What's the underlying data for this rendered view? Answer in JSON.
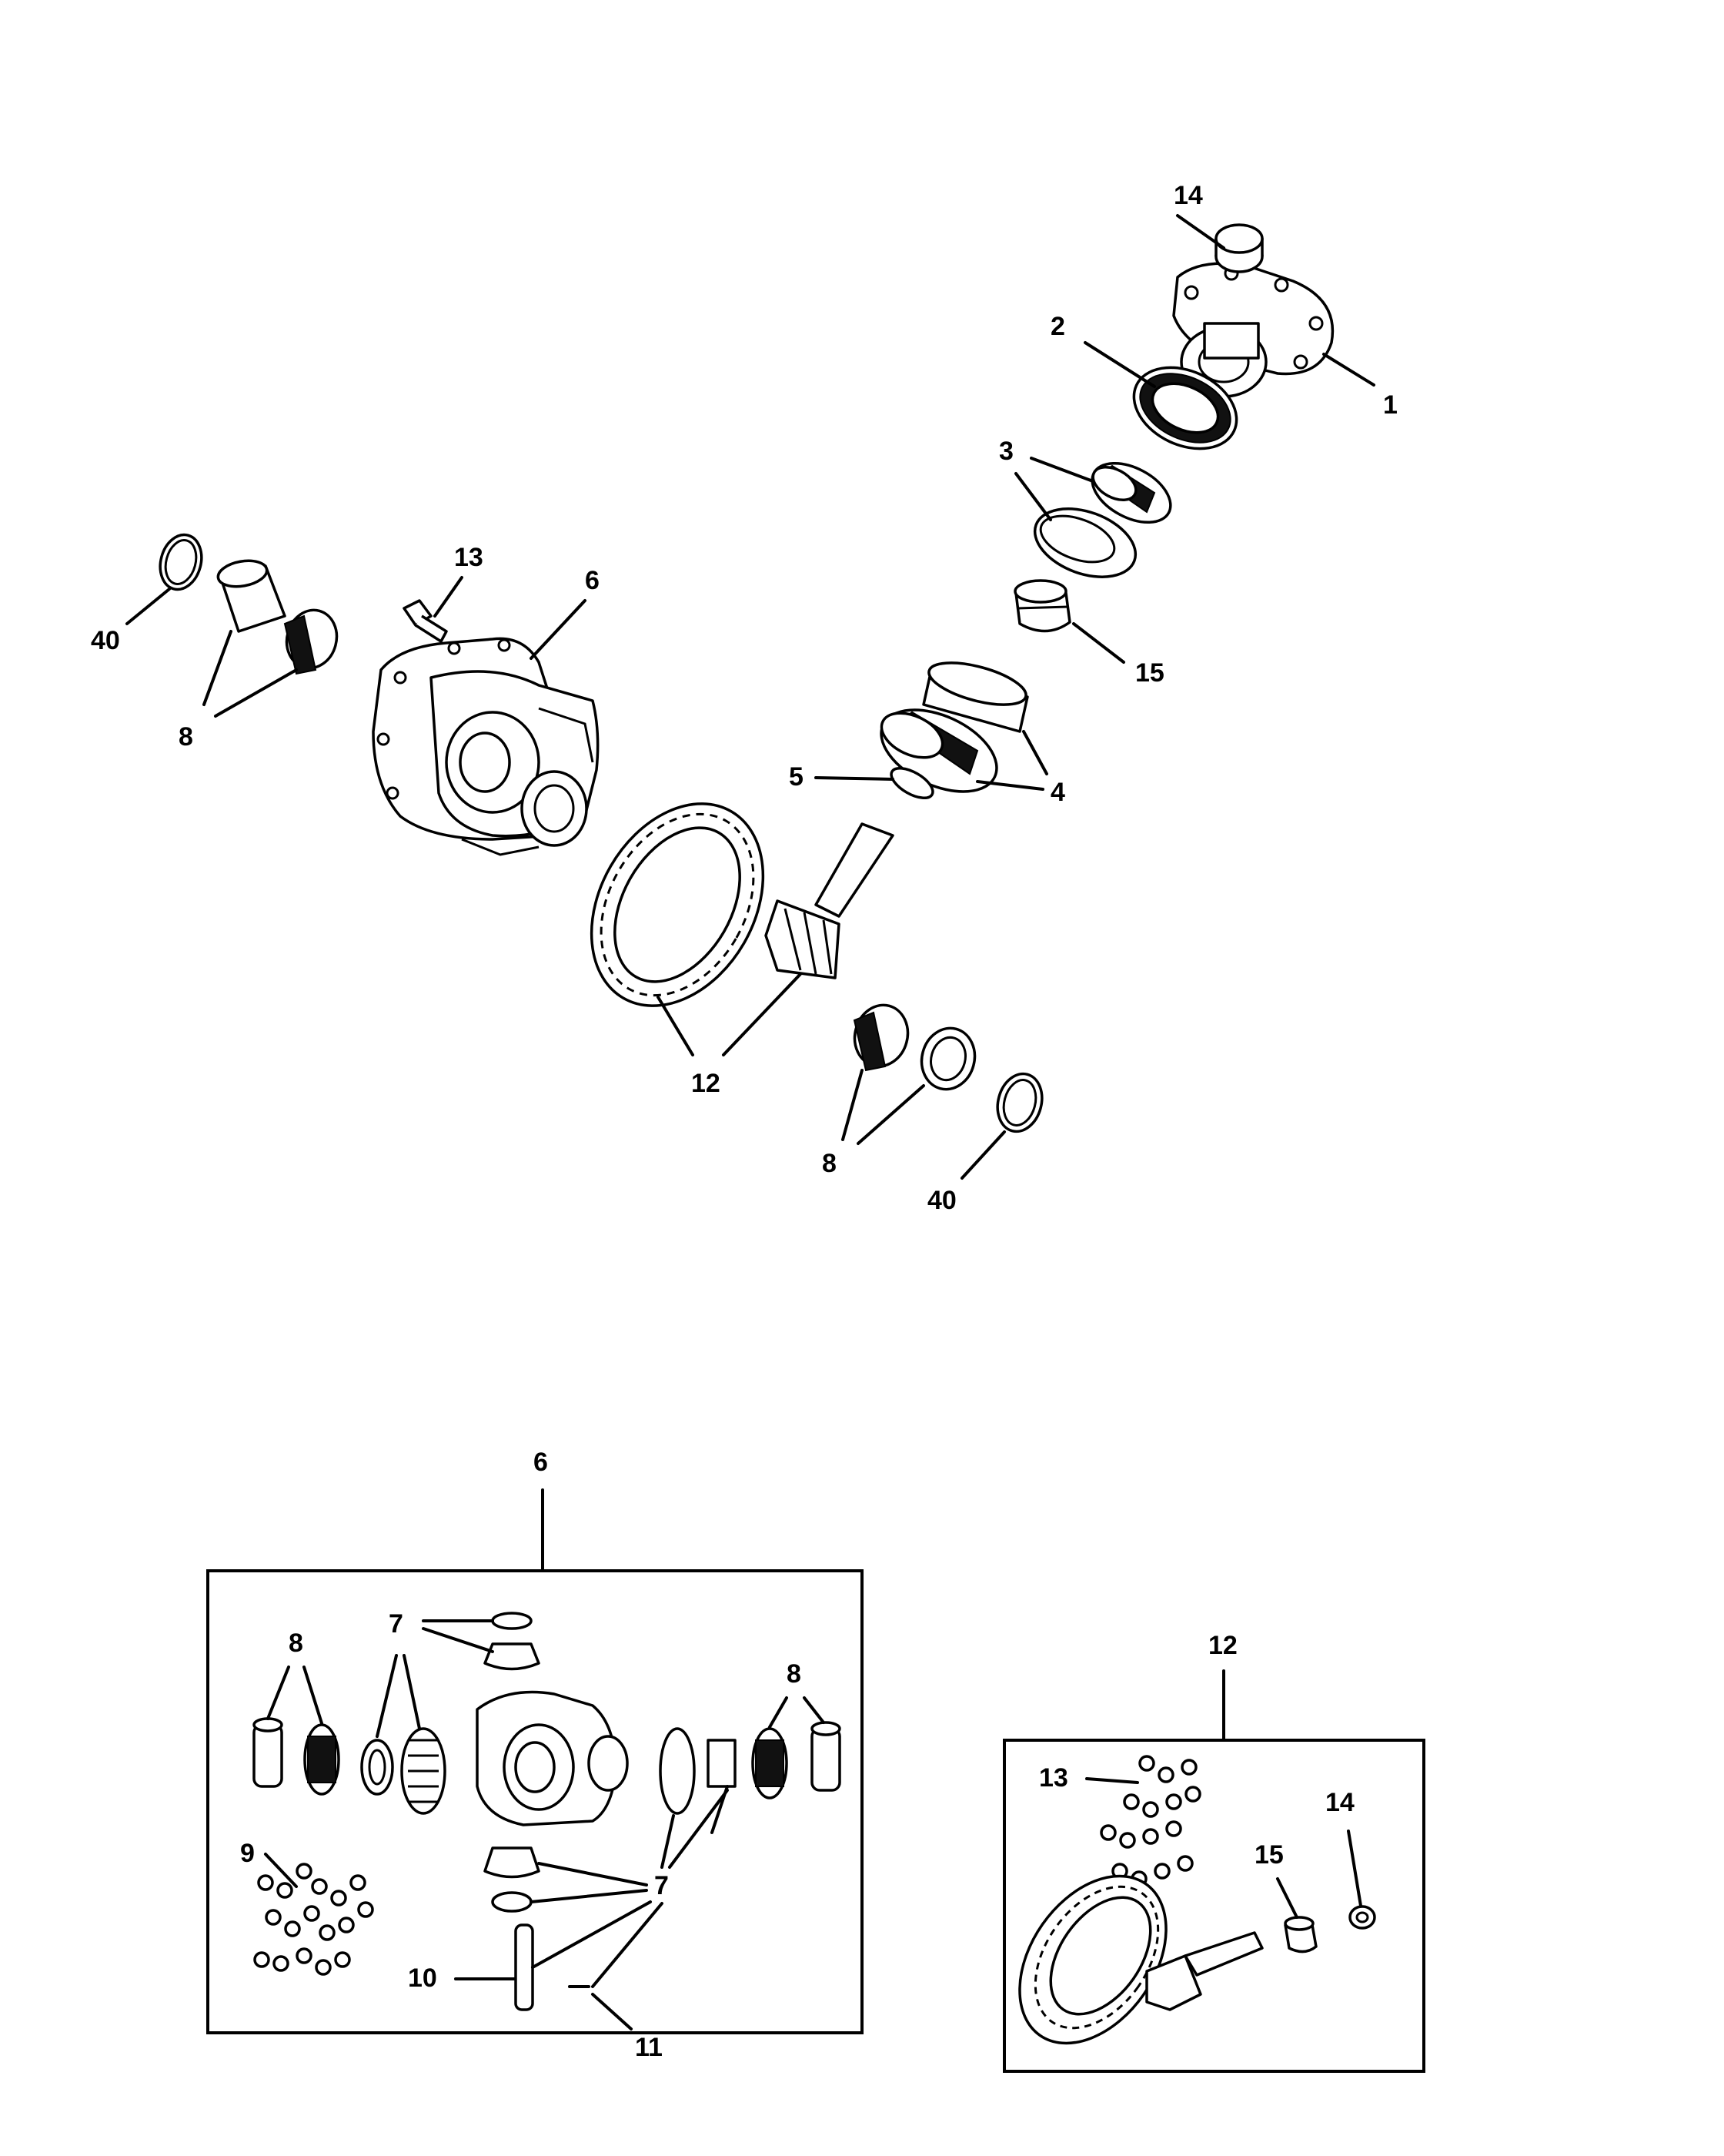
{
  "diagram": {
    "callouts": {
      "c1": "1",
      "c2": "2",
      "c3": "3",
      "c4": "4",
      "c5": "5",
      "c6": "6",
      "c8a": "8",
      "c8b": "8",
      "c12": "12",
      "c13": "13",
      "c14": "14",
      "c15": "15",
      "c40a": "40",
      "c40b": "40"
    },
    "inset_differential": {
      "label": "6",
      "callouts": {
        "c7a": "7",
        "c7b": "7",
        "c8a": "8",
        "c8b": "8",
        "c9": "9",
        "c10": "10",
        "c11": "11"
      }
    },
    "inset_gear_set": {
      "label": "12",
      "callouts": {
        "c13": "13",
        "c14": "14",
        "c15": "15"
      }
    }
  }
}
